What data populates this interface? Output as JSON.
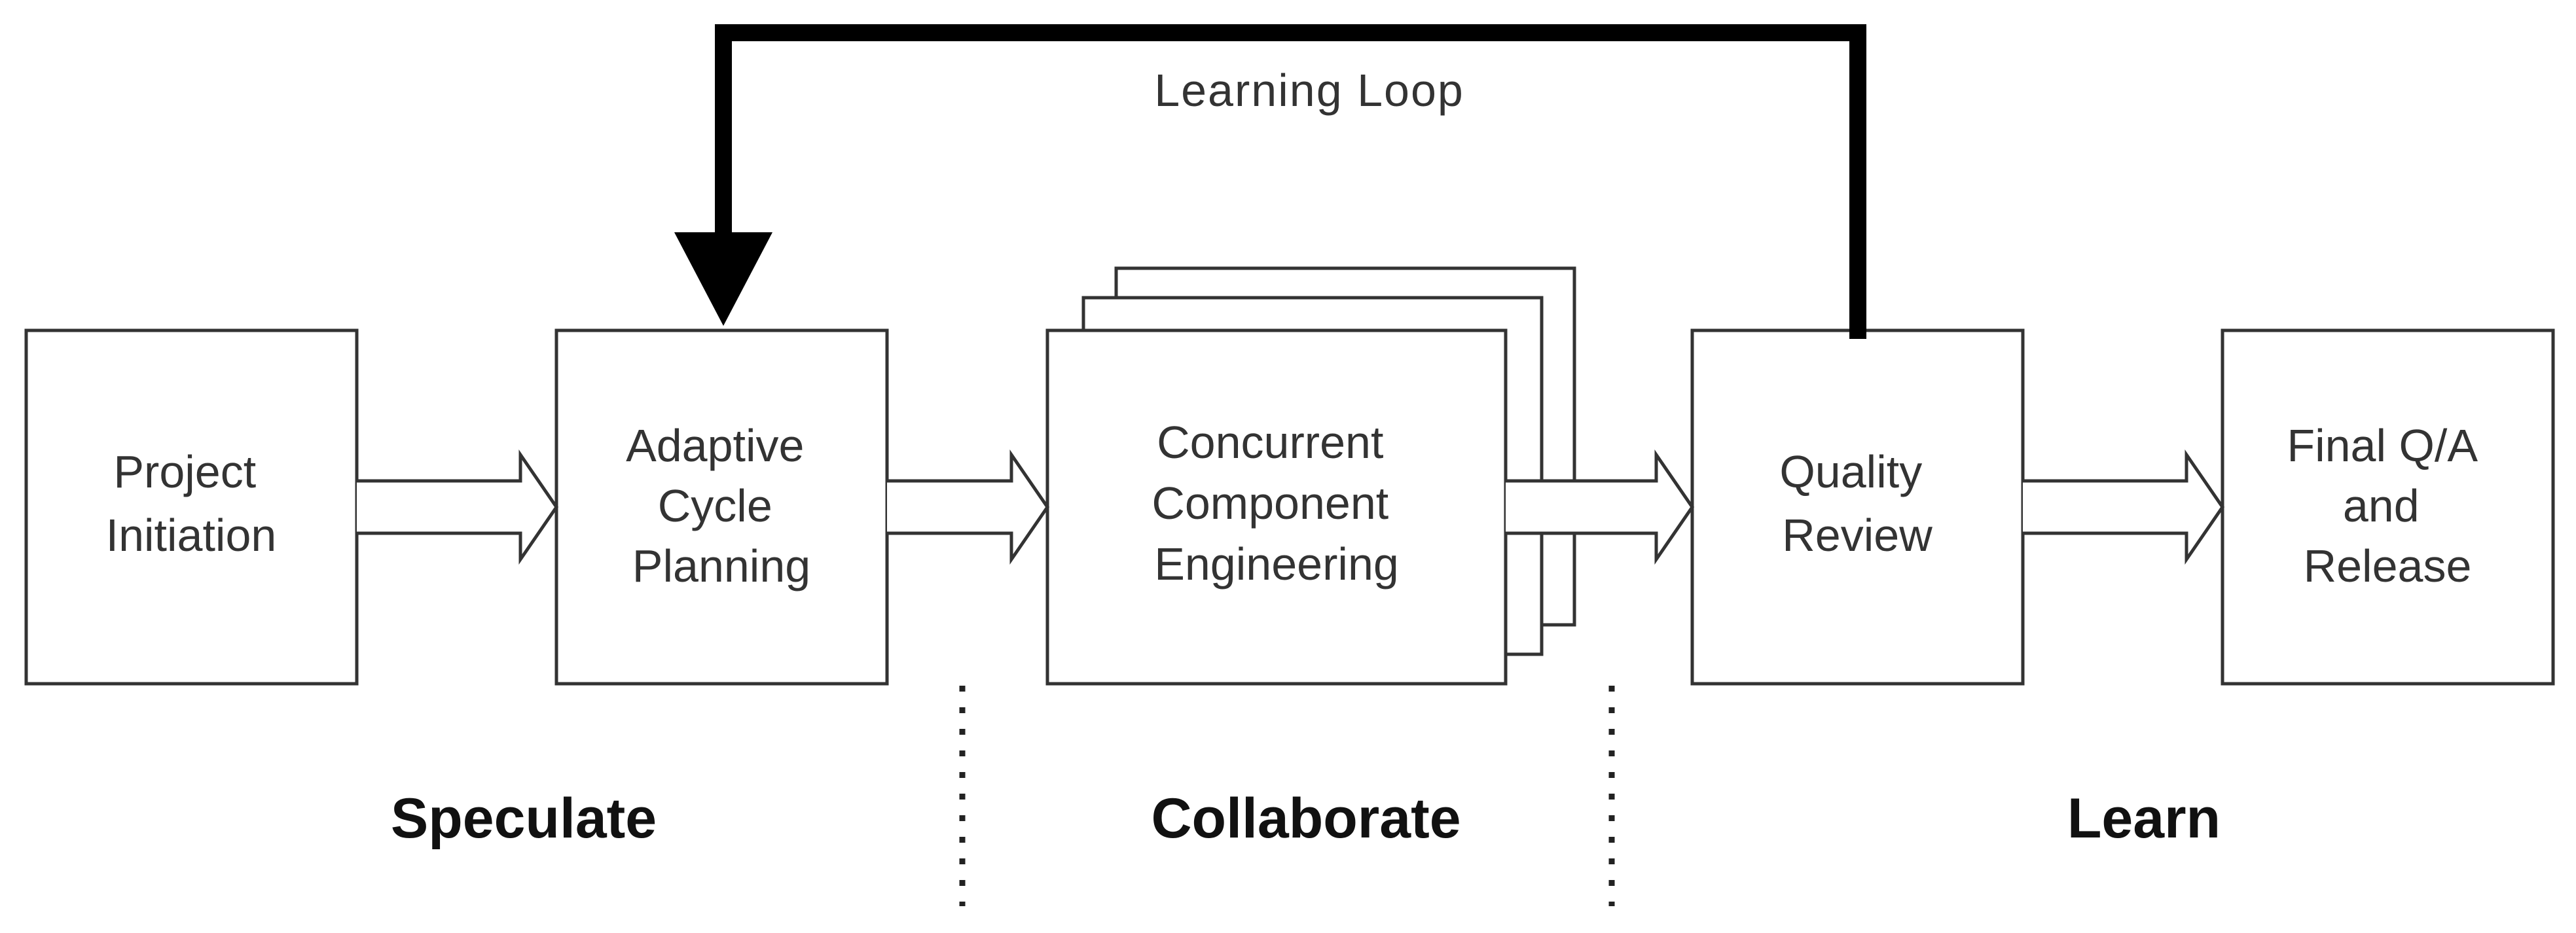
{
  "colors": {
    "stroke": "#333333",
    "loop": "#000000",
    "text": "#333333",
    "phase": "#111111",
    "background": "#ffffff"
  },
  "loop_label": "Learning Loop",
  "boxes": {
    "initiation": {
      "lines": [
        "Project",
        "Initiation"
      ]
    },
    "planning": {
      "lines": [
        "Adaptive",
        "Cycle",
        "Planning"
      ]
    },
    "engineering": {
      "lines": [
        "Concurrent",
        "Component",
        "Engineering"
      ]
    },
    "review": {
      "lines": [
        "Quality",
        "Review"
      ]
    },
    "release": {
      "lines": [
        "Final Q/A",
        "and",
        "Release"
      ]
    }
  },
  "phases": {
    "speculate": "Speculate",
    "collaborate": "Collaborate",
    "learn": "Learn"
  }
}
